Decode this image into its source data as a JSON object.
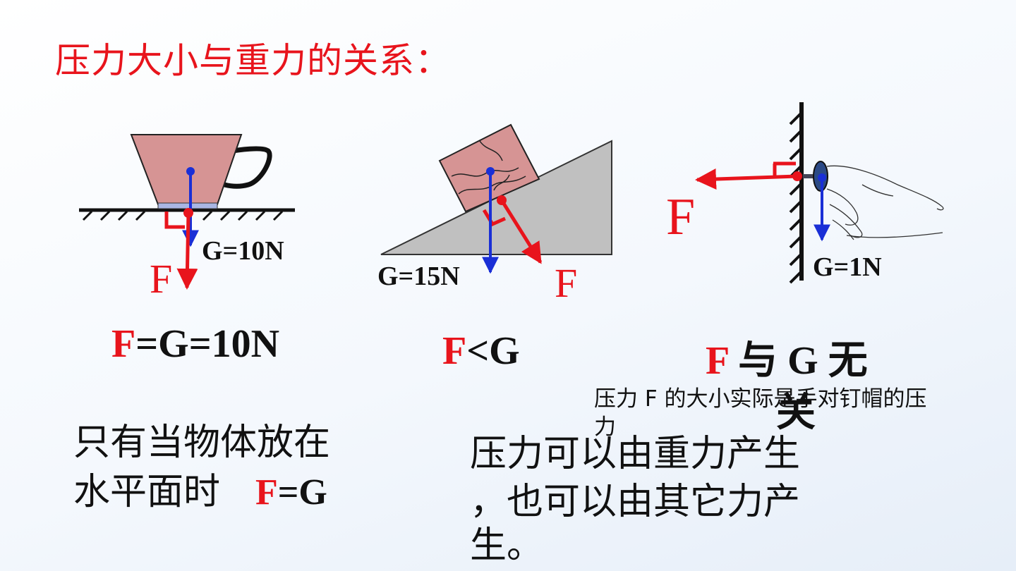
{
  "title": "压力大小与重力的关系：",
  "diagrams": [
    {
      "g_label": "G=10N",
      "f_label": "F"
    },
    {
      "g_label": "G=15N",
      "f_label": "F"
    },
    {
      "g_label": "G=1N",
      "f_label": "F"
    }
  ],
  "equations": {
    "eq1_f": "F",
    "eq1_rest": "=G=10N",
    "eq2_f": "F",
    "eq2_rest": "<G",
    "eq3_f": "F",
    "eq3_rest": " 与 G 无",
    "eq3_line2": "关"
  },
  "note_wall": "压力 F 的大小实际是手对钉帽的压",
  "note_wall_line2": "力",
  "text_left_line1": "只有当物体放在",
  "text_left_line2": "水平面时",
  "text_left_f": "F",
  "text_left_eq": "=G",
  "text_right_line1": "压力可以由重力产生",
  "text_right_line2": "，也可以由其它力产",
  "text_right_line3": "生。"
}
